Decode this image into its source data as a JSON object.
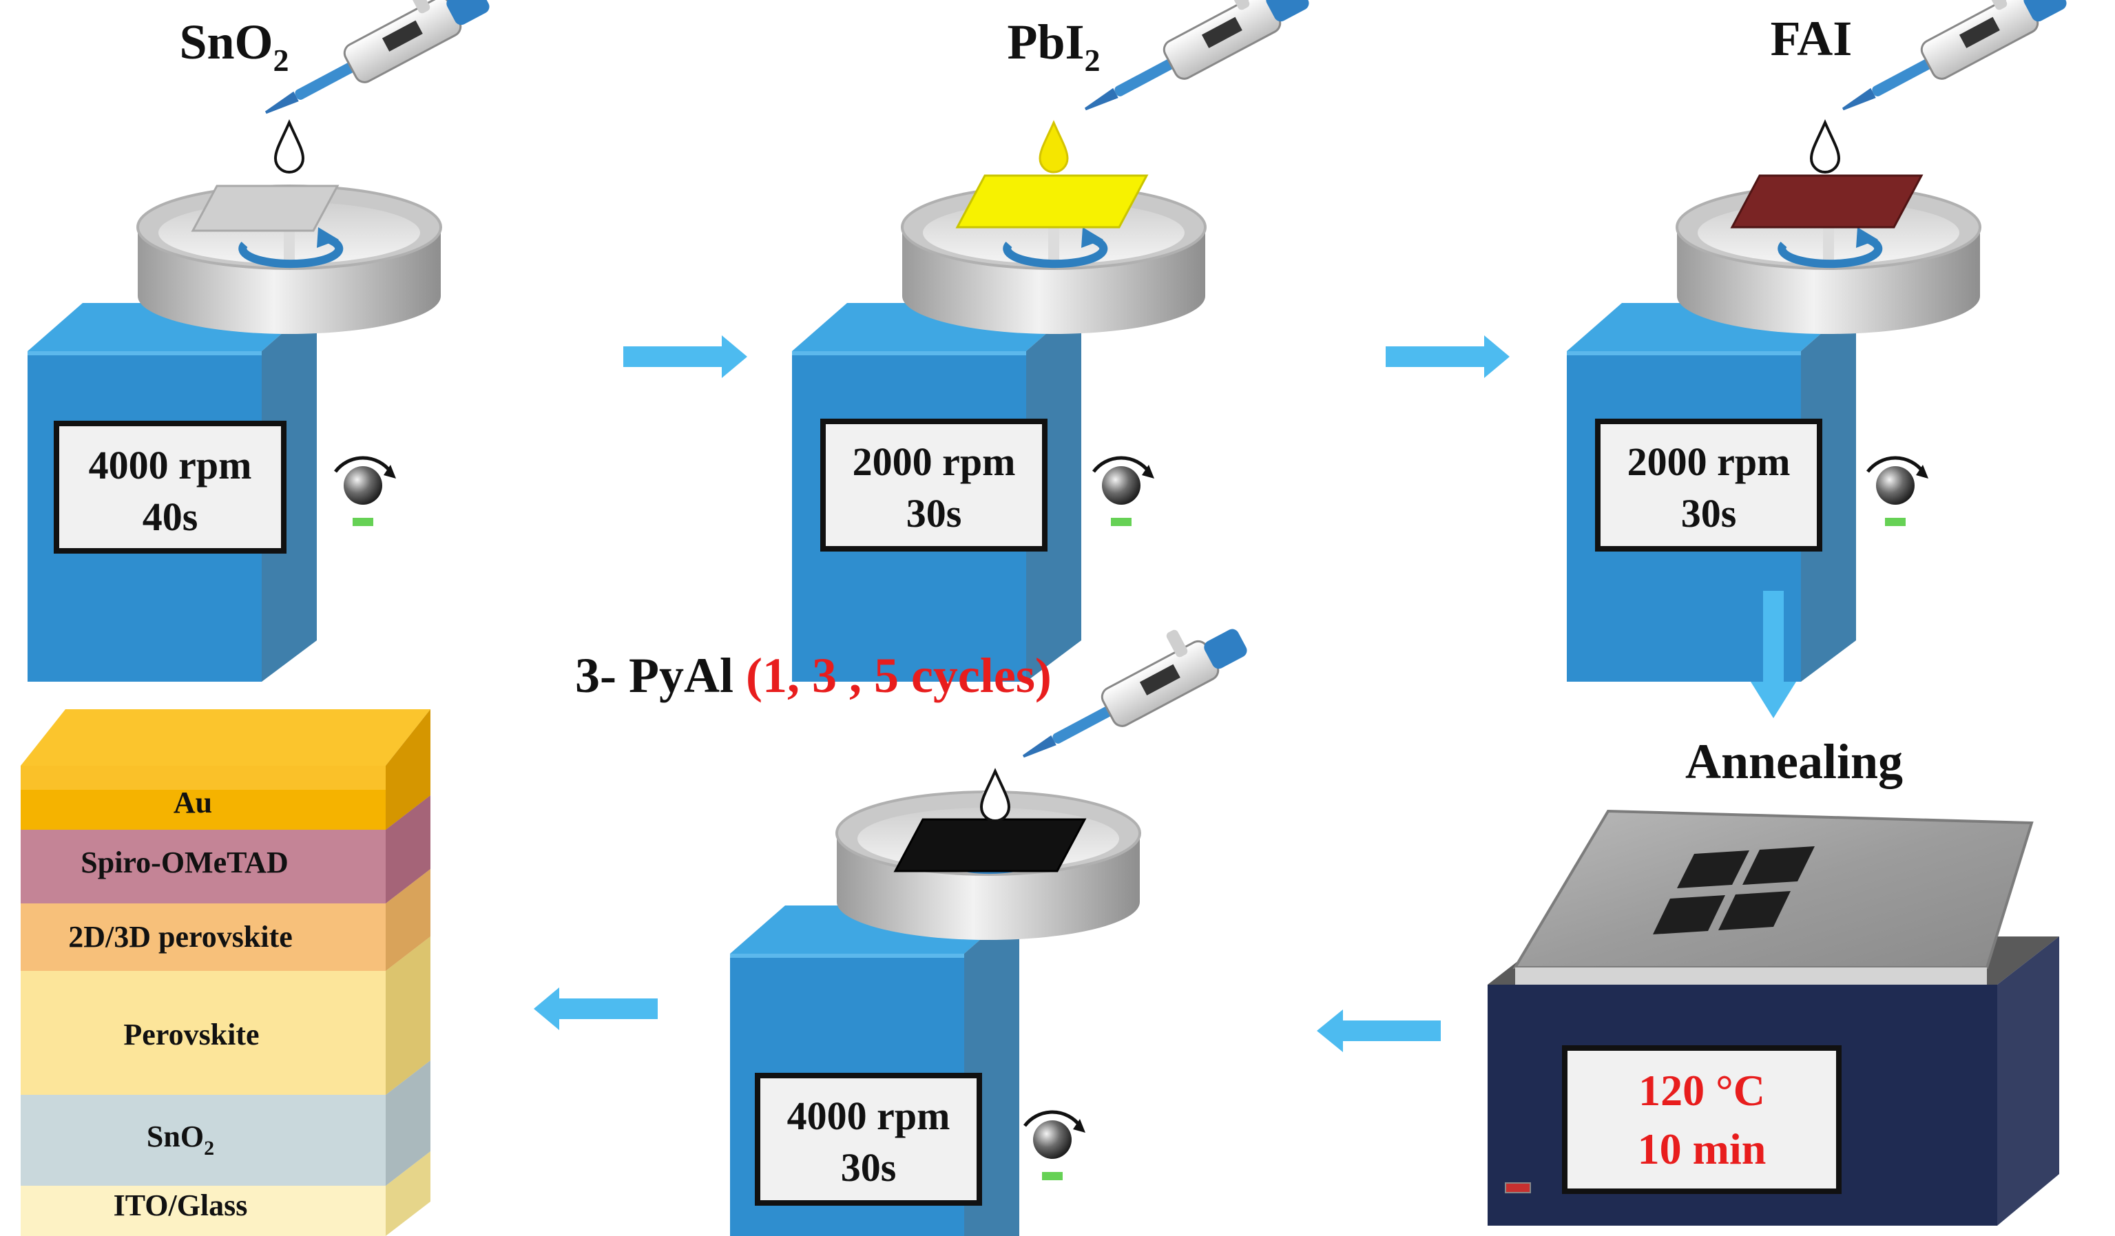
{
  "steps": [
    {
      "title": "SnO",
      "sub": "2",
      "speed": "4000 rpm",
      "time": "40s",
      "drop_color": "#ffffff",
      "substrate_color": "#cfcfcf"
    },
    {
      "title": "PbI",
      "sub": "2",
      "speed": "2000 rpm",
      "time": "30s",
      "drop_color": "#f5e600",
      "substrate_color": "#f7f200"
    },
    {
      "title": "FAI",
      "sub": "",
      "speed": "2000 rpm",
      "time": "30s",
      "drop_color": "#ffffff",
      "substrate_color": "#7a2424"
    },
    {
      "title": "3- PyAl ",
      "title_red": "(1, 3 , 5 cycles)",
      "speed": "4000 rpm",
      "time": "30s",
      "drop_color": "#ffffff",
      "substrate_color": "#111111"
    }
  ],
  "annealing": {
    "title": "Annealing",
    "temp": "120 °C",
    "time": "10 min",
    "sample_color": "#1e1e1e"
  },
  "stack": {
    "layers": [
      {
        "name": "Au",
        "color": "#f5b300"
      },
      {
        "name": "Spiro-OMeTAD",
        "color": "#c48496"
      },
      {
        "name": "2D/3D perovskite",
        "color": "#f7c07a"
      },
      {
        "name": "Perovskite",
        "color": "#fce59a"
      },
      {
        "name": "SnO",
        "sub": "2",
        "color": "#c9d8dc"
      },
      {
        "name": "ITO/Glass",
        "color": "#fdf2c4"
      }
    ]
  },
  "colors": {
    "arrow": "#4dbbf0",
    "spinner_blue": "#2e9ad8",
    "accent_red": "#e81d1d",
    "hotplate_body": "#1f2b52"
  }
}
